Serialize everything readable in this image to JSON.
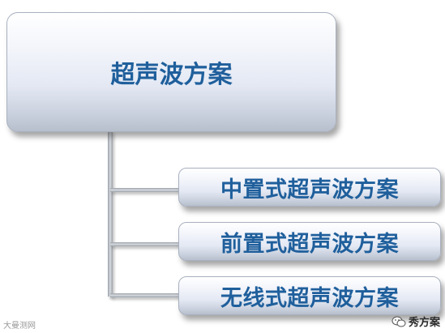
{
  "root": {
    "label": "超声波方案"
  },
  "children": [
    {
      "label": "中置式超声波方案"
    },
    {
      "label": "前置式超声波方案"
    },
    {
      "label": "无线式超声波方案"
    }
  ],
  "watermark": {
    "left_text": "大曼测网",
    "right_text": "秀方案"
  },
  "colors": {
    "text": "#1f5f9c",
    "box_top": "#ffffff",
    "box_bottom": "#b8bfcc"
  }
}
